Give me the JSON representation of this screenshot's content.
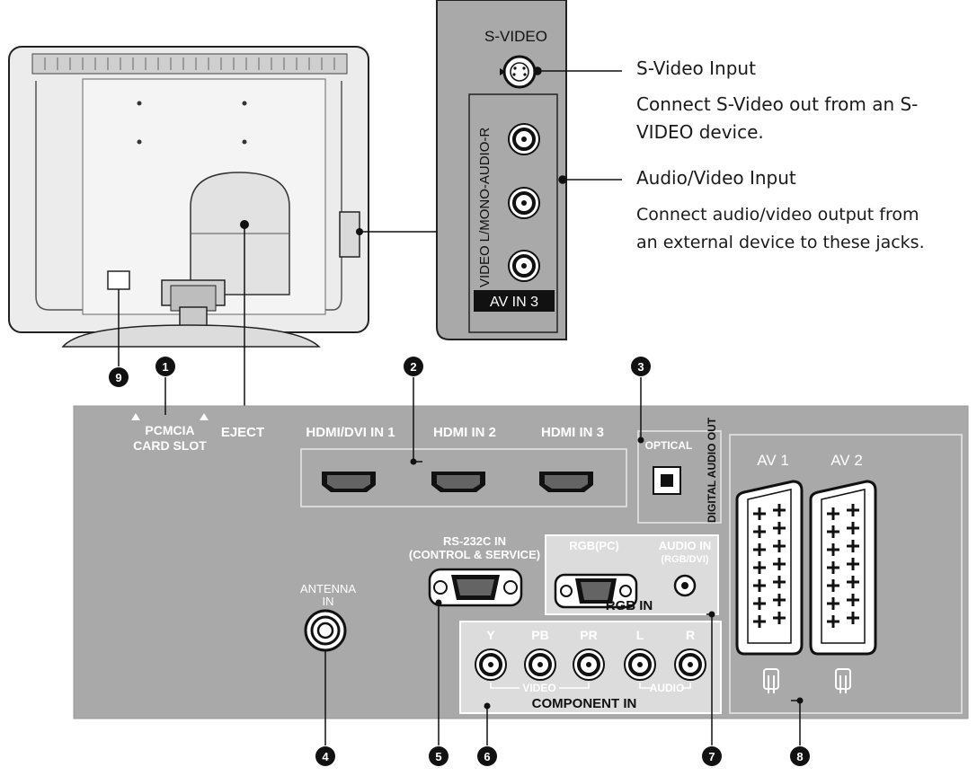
{
  "side_panel": {
    "svideo_label": "S-VIDEO",
    "av_vertical_label_prefix": "VIDEO",
    "av_vertical_label_mono": "L/MONO",
    "av_vertical_label_suffix": "-AUDIO-",
    "av_vertical_label_r": "R",
    "av_in3_label": "AV IN 3"
  },
  "callouts": {
    "svideo_title": "S-Video Input",
    "svideo_desc_line1": "Connect S-Video out from an S-",
    "svideo_desc_line2": "VIDEO device.",
    "av_title": "Audio/Video Input",
    "av_desc_line1": "Connect audio/video output from",
    "av_desc_line2": "an external device to these jacks."
  },
  "numbers": [
    "1",
    "2",
    "3",
    "4",
    "5",
    "6",
    "7",
    "8",
    "9"
  ],
  "panel_labels": {
    "pcmcia_line1": "PCMCIA",
    "pcmcia_line2": "CARD SLOT",
    "eject": "EJECT",
    "hdmi1": "HDMI/DVI IN 1",
    "hdmi2": "HDMI IN 2",
    "hdmi3": "HDMI IN 3",
    "optical": "OPTICAL",
    "digital_audio_out": "DIGITAL AUDIO OUT",
    "av1": "AV 1",
    "av2": "AV 2",
    "rs232_line1": "RS-232C IN",
    "rs232_line2": "(CONTROL & SERVICE)",
    "rgb_pc": "RGB(PC)",
    "audio_in_line1": "AUDIO IN",
    "audio_in_line2": "(RGB/DVI)",
    "rgb_in": "RGB IN",
    "antenna_line1": "ANTENNA",
    "antenna_line2": "IN",
    "comp_y": "Y",
    "comp_pb": "PB",
    "comp_pr": "PR",
    "comp_l": "L",
    "comp_r": "R",
    "comp_video": "VIDEO",
    "comp_audio": "AUDIO",
    "component_in": "COMPONENT IN"
  },
  "colors": {
    "panel_gray": "#a9a9a9",
    "light_gray": "#dcdcdc",
    "dark": "#1a1a1a",
    "white": "#ffffff"
  }
}
